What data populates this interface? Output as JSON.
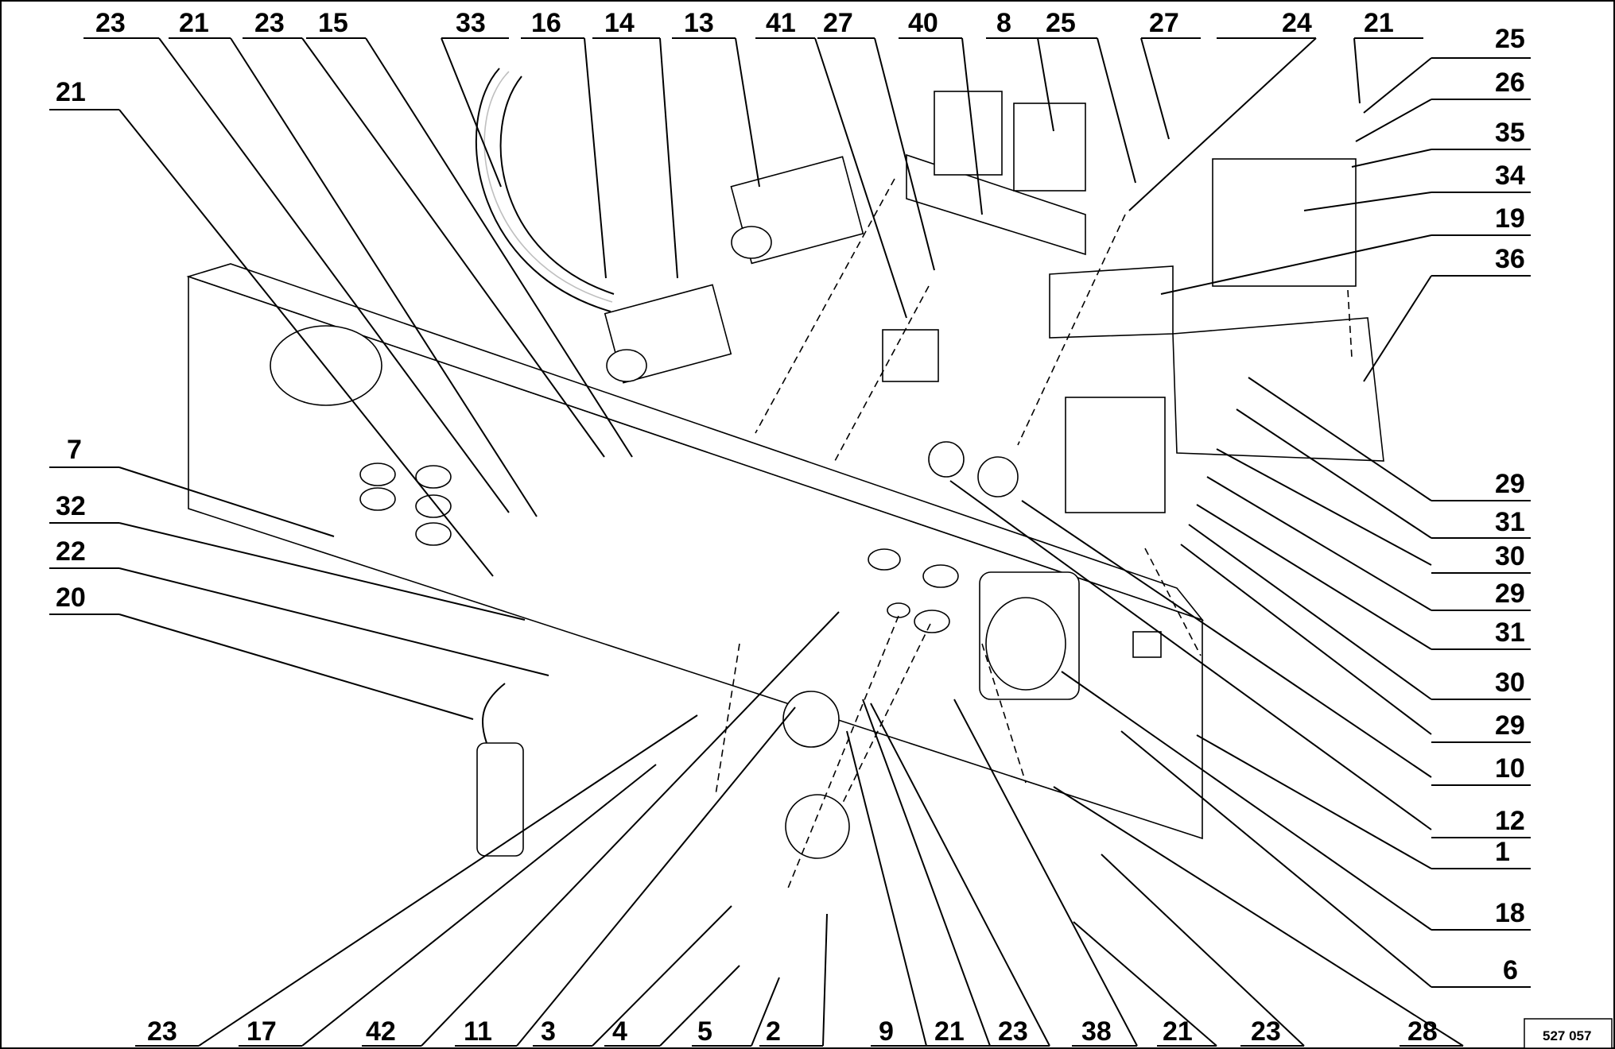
{
  "drawing": {
    "reference_number": "527 057",
    "left_callouts": [
      "21",
      "7",
      "32",
      "22",
      "20"
    ],
    "top_callouts": [
      "23",
      "21",
      "23",
      "15",
      "33",
      "16",
      "14",
      "13",
      "41",
      "27",
      "40",
      "8",
      "25",
      "27",
      "24",
      "21"
    ],
    "right_callouts": [
      "25",
      "26",
      "35",
      "34",
      "19",
      "36",
      "29",
      "31",
      "30",
      "29",
      "31",
      "30",
      "29",
      "10",
      "12",
      "1",
      "18",
      "6"
    ],
    "bottom_callouts": [
      "23",
      "17",
      "42",
      "11",
      "3",
      "4",
      "5",
      "2",
      "9",
      "21",
      "23",
      "38",
      "21",
      "23",
      "28"
    ]
  }
}
